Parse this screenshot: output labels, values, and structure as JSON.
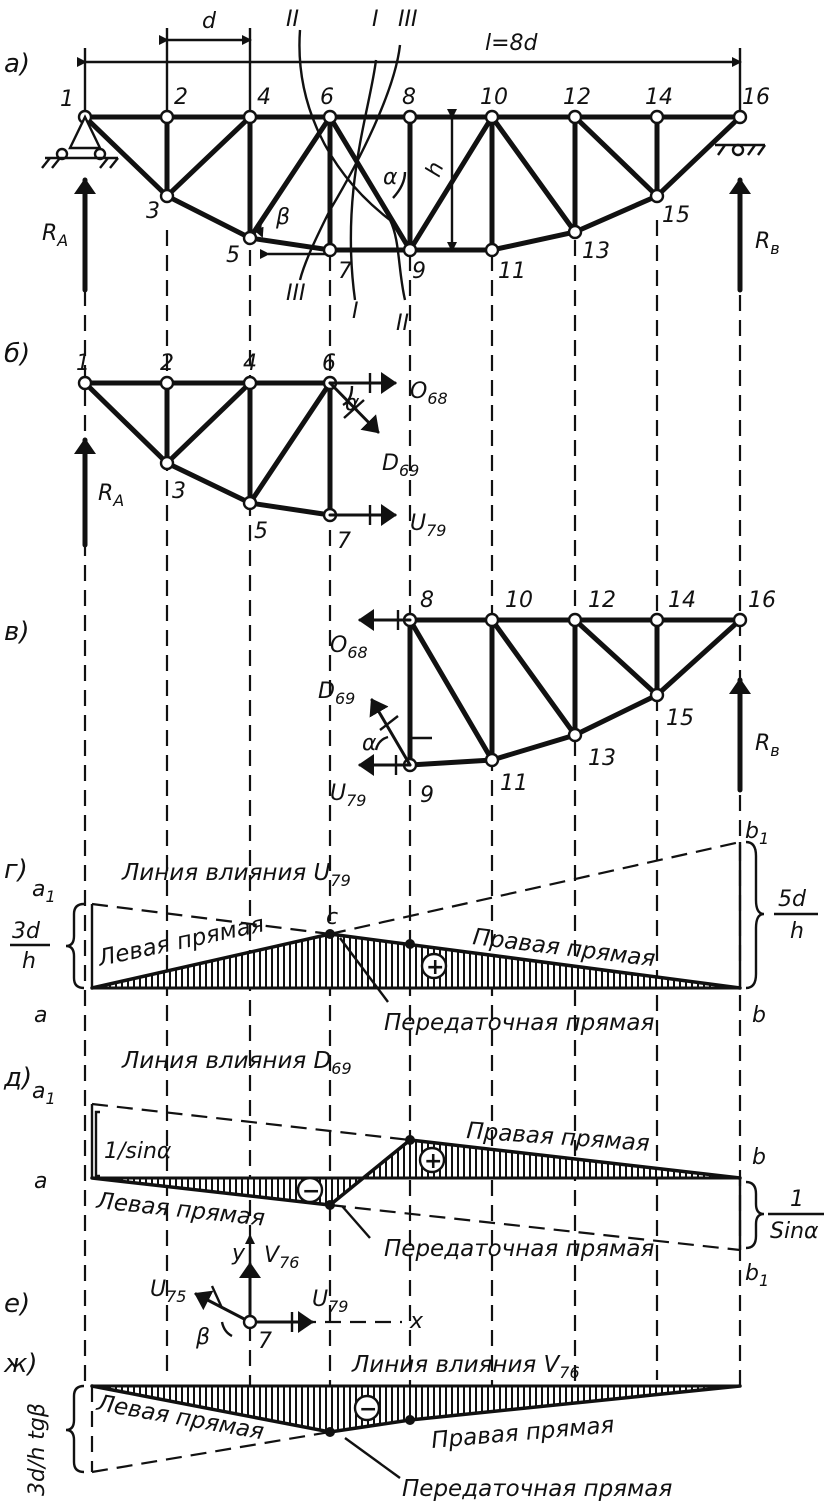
{
  "sections": {
    "a": "а)",
    "b": "б)",
    "v": "в)",
    "g": "г)",
    "d": "д)",
    "e": "е)",
    "zh": "ж)"
  },
  "dimensions": {
    "panel": "d",
    "span": "l=8d",
    "height": "h"
  },
  "nodes": {
    "n1": "1",
    "n2": "2",
    "n3": "3",
    "n4": "4",
    "n5": "5",
    "n6": "6",
    "n7": "7",
    "n8": "8",
    "n9": "9",
    "n10": "10",
    "n11": "11",
    "n12": "12",
    "n13": "13",
    "n14": "14",
    "n15": "15",
    "n16": "16"
  },
  "sections_cut": {
    "I": "I",
    "II": "II",
    "III": "III"
  },
  "angles": {
    "alpha": "α",
    "beta": "β"
  },
  "reactions": {
    "ra": {
      "main": "R",
      "sub": "A"
    },
    "rb": {
      "main": "R",
      "sub": "в"
    }
  },
  "forces": {
    "o68": {
      "main": "O",
      "sub": "68"
    },
    "d69": {
      "main": "D",
      "sub": "69"
    },
    "u79": {
      "main": "U",
      "sub": "79"
    },
    "u75": {
      "main": "U",
      "sub": "75"
    },
    "v76": {
      "main": "V",
      "sub": "76"
    }
  },
  "influence_g": {
    "title": "Линия влияния U",
    "title_sub": "79",
    "left_line": "Левая прямая",
    "right_line": "Правая прямая",
    "transfer_line": "Передаточная прямая",
    "left_ordinate": {
      "num": "3d",
      "den": "h"
    },
    "right_ordinate": {
      "num": "5d",
      "den": "h"
    },
    "sign": "+",
    "points": {
      "a": "a",
      "a1": "a",
      "a1_sub": "1",
      "b": "b",
      "b1": "b",
      "b1_sub": "1",
      "c": "c"
    }
  },
  "influence_d": {
    "title": "Линия влияния D",
    "title_sub": "69",
    "left_line": "Левая прямая",
    "right_line": "Правая прямая",
    "transfer_line": "Передаточная прямая",
    "left_ordinate": "1/sinα",
    "right_ordinate": {
      "num": "1",
      "den": "Sinα"
    },
    "sign_plus": "+",
    "sign_minus": "−",
    "points": {
      "a": "a",
      "a1": "a",
      "a1_sub": "1",
      "b": "b",
      "b1": "b",
      "b1_sub": "1"
    }
  },
  "node_e": {
    "y": "y",
    "x": "x",
    "node": "7"
  },
  "influence_zh": {
    "title": "Линия влияния V",
    "title_sub": "76",
    "left_line": "Левая прямая",
    "right_line": "Правая прямая",
    "transfer_line": "Передаточная прямая",
    "ordinate": "3d/h tgβ",
    "sign": "−"
  }
}
